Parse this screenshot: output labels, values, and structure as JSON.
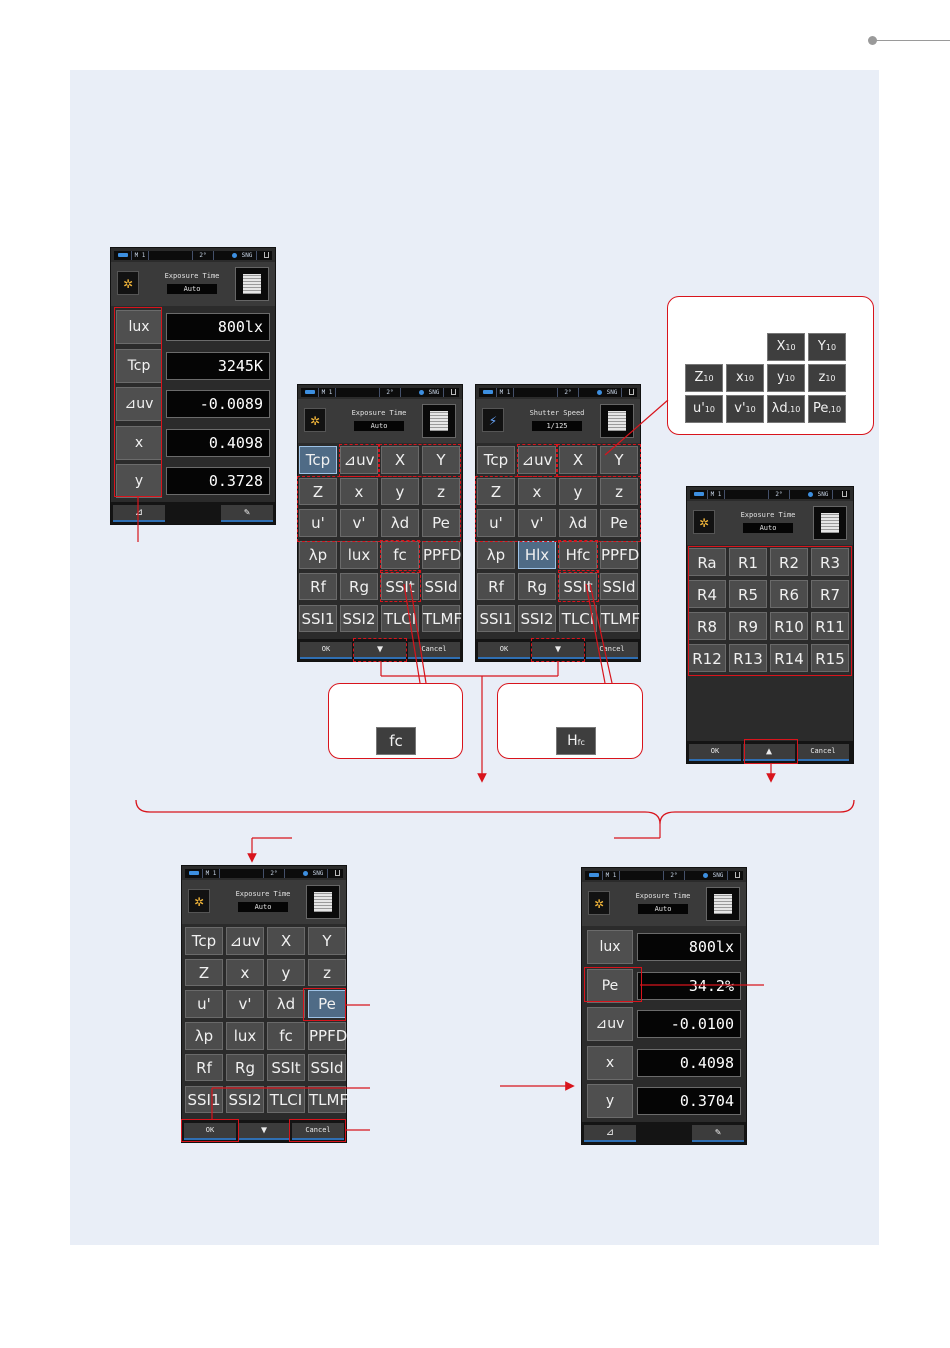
{
  "device": {
    "status": {
      "mode": "M",
      "mem": "1",
      "angle": "2°",
      "single": "SNG"
    },
    "exposure": {
      "label": "Exposure Time",
      "value": "Auto"
    },
    "shutter": {
      "label": "Shutter Speed",
      "value": "1/125"
    },
    "buttons": {
      "ok": "OK",
      "cancel": "Cancel",
      "down": "▼",
      "up": "▲",
      "delta": "⊿",
      "tools": "✎"
    }
  },
  "screen1": {
    "rows": [
      {
        "label": "lux",
        "value": "800lx"
      },
      {
        "label": "Tcp",
        "value": "3245K"
      },
      {
        "label": "⊿uv",
        "value": "-0.0089"
      },
      {
        "label": "x",
        "value": "0.4098"
      },
      {
        "label": "y",
        "value": "0.3728"
      }
    ]
  },
  "grid_fc": [
    "Tcp",
    "⊿uv",
    "X",
    "Y",
    "Z",
    "x",
    "y",
    "z",
    "u'",
    "v'",
    "λd",
    "Pe",
    "λp",
    "lux",
    "fc",
    "PPFD",
    "Rf",
    "Rg",
    "SSIt",
    "SSId",
    "SSI1",
    "SSI2",
    "TLCI",
    "TLMF"
  ],
  "grid_hfc": [
    "Tcp",
    "⊿uv",
    "X",
    "Y",
    "Z",
    "x",
    "y",
    "z",
    "u'",
    "v'",
    "λd",
    "Pe",
    "λp",
    "Hlx",
    "Hfc",
    "PPFD",
    "Rf",
    "Rg",
    "SSIt",
    "SSId",
    "SSI1",
    "SSI2",
    "TLCI",
    "TLMF"
  ],
  "grid_final": [
    "Tcp",
    "⊿uv",
    "X",
    "Y",
    "Z",
    "x",
    "y",
    "z",
    "u'",
    "v'",
    "λd",
    "Pe",
    "λp",
    "lux",
    "fc",
    "PPFD",
    "Rf",
    "Rg",
    "SSIt",
    "SSId",
    "SSI1",
    "SSI2",
    "TLCI",
    "TLMF"
  ],
  "grid_r": [
    "Ra",
    "R1",
    "R2",
    "R3",
    "R4",
    "R5",
    "R6",
    "R7",
    "R8",
    "R9",
    "R10",
    "R11",
    "R12",
    "R13",
    "R14",
    "R15"
  ],
  "callout_10deg": {
    "row1": [
      {
        "main": "X",
        "sub": "10"
      },
      {
        "main": "Y",
        "sub": "10"
      }
    ],
    "row2": [
      {
        "main": "Z",
        "sub": "10"
      },
      {
        "main": "x",
        "sub": "10"
      },
      {
        "main": "y",
        "sub": "10"
      },
      {
        "main": "z",
        "sub": "10"
      }
    ],
    "row3": [
      {
        "main": "u'",
        "sub": "10"
      },
      {
        "main": "v'",
        "sub": "10"
      },
      {
        "main": "λd",
        "sub": ",10"
      },
      {
        "main": "Pe",
        "sub": ",10"
      }
    ]
  },
  "callout_fc": "fc",
  "callout_hfc": {
    "main": "H",
    "sub": "fc"
  },
  "screen_final": {
    "rows": [
      {
        "label": "lux",
        "value": "800lx"
      },
      {
        "label": "Pe",
        "value": "34.2%"
      },
      {
        "label": "⊿uv",
        "value": "-0.0100"
      },
      {
        "label": "x",
        "value": "0.4098"
      },
      {
        "label": "y",
        "value": "0.3704"
      }
    ]
  },
  "colors": {
    "accent_red": "#d8141c",
    "panel": "#e9eef7",
    "device_bg": "#2b2b2b",
    "select_blue": "#4f6b86"
  }
}
